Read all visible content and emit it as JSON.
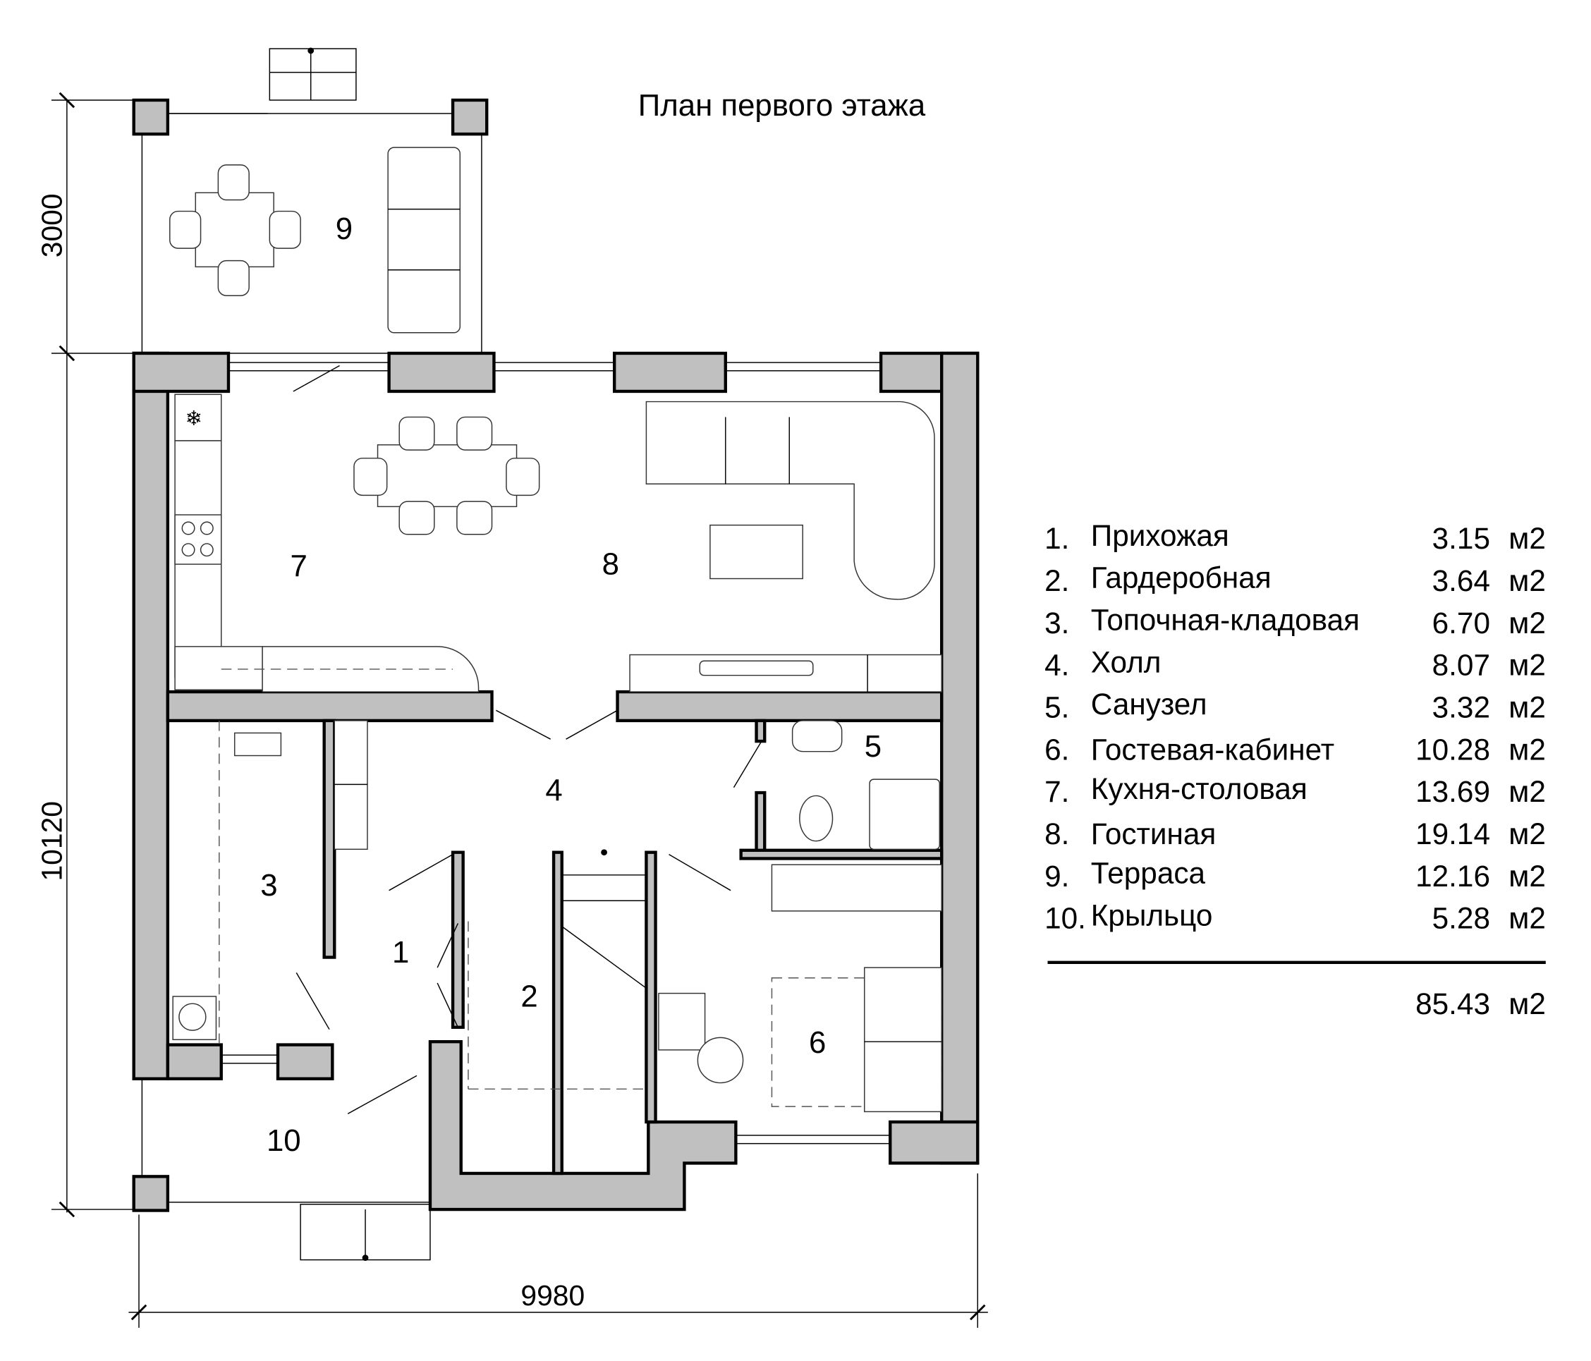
{
  "title": "План первого этажа",
  "dimensions": {
    "terrace_depth": "3000",
    "house_depth": "10120",
    "house_width": "9980"
  },
  "rooms": [
    {
      "num": "1",
      "name": "Прихожая",
      "area": "3.15",
      "unit": "м2"
    },
    {
      "num": "2",
      "name": "Гардеробная",
      "area": "3.64",
      "unit": "м2"
    },
    {
      "num": "3",
      "name": "Топочная-кладовая",
      "area": "6.70",
      "unit": "м2"
    },
    {
      "num": "4",
      "name": "Холл",
      "area": "8.07",
      "unit": "м2"
    },
    {
      "num": "5",
      "name": "Санузел",
      "area": "3.32",
      "unit": "м2"
    },
    {
      "num": "6",
      "name": "Гостевая-кабинет",
      "area": "10.28",
      "unit": "м2"
    },
    {
      "num": "7",
      "name": "Кухня-столовая",
      "area": "13.69",
      "unit": "м2"
    },
    {
      "num": "8",
      "name": "Гостиная",
      "area": "19.14",
      "unit": "м2"
    },
    {
      "num": "9",
      "name": "Терраса",
      "area": "12.16",
      "unit": "м2"
    },
    {
      "num": "10",
      "name": "Крыльцо",
      "area": "5.28",
      "unit": "м2"
    }
  ],
  "total": {
    "area": "85.43",
    "unit": "м2"
  }
}
